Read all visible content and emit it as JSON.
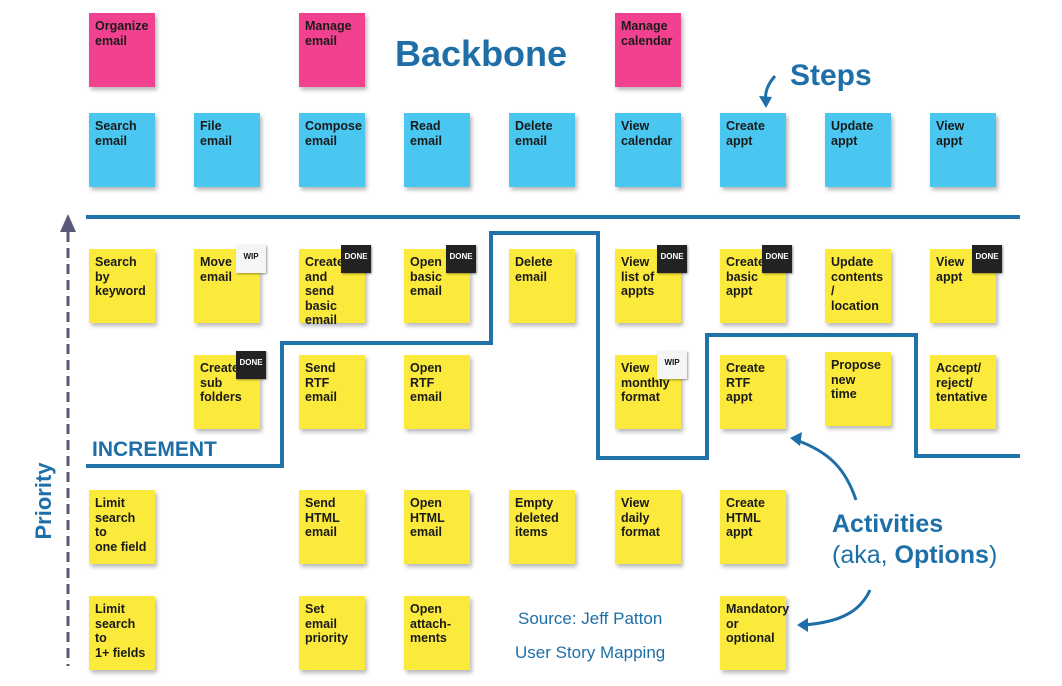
{
  "title": "Backbone",
  "steps_label": "Steps",
  "increment_label": "INCREMENT",
  "priority_label": "Priority",
  "activities_label": {
    "line1": "Activities",
    "open": "(aka, ",
    "options": "Options",
    "close": ")"
  },
  "source": {
    "line1": "Source: Jeff Patton",
    "line2": "User Story Mapping"
  },
  "colors": {
    "pink": "#f2428f",
    "blue": "#49c7f1",
    "yellow": "#fbea3b",
    "line": "#1f73a8"
  },
  "activities": [
    "Organize\nemail",
    "Manage\nemail",
    "Manage\ncalendar"
  ],
  "steps": [
    "Search\nemail",
    "File\nemail",
    "Compose\nemail",
    "Read\nemail",
    "Delete\nemail",
    "View\ncalendar",
    "Create\nappt",
    "Update\nappt",
    "View\nappt"
  ],
  "stories": [
    {
      "text": "Search\nby\nkeyword",
      "tag": ""
    },
    {
      "text": "Move\nemail",
      "tag": "WIP"
    },
    {
      "text": "Create\nand send\nbasic\nemail",
      "tag": "DONE"
    },
    {
      "text": "Open\nbasic\nemail",
      "tag": "DONE"
    },
    {
      "text": "Delete\nemail",
      "tag": ""
    },
    {
      "text": "View\nlist of\nappts",
      "tag": "DONE"
    },
    {
      "text": "Create\nbasic\nappt",
      "tag": "DONE"
    },
    {
      "text": "Update\ncontents\n/ location",
      "tag": ""
    },
    {
      "text": "View\nappt",
      "tag": "DONE"
    },
    {
      "text": "Create\nsub\nfolders",
      "tag": "DONE"
    },
    {
      "text": "Send\nRTF\nemail",
      "tag": ""
    },
    {
      "text": "Open\nRTF\nemail",
      "tag": ""
    },
    {
      "text": "View\nmonthly\nformat",
      "tag": "WIP"
    },
    {
      "text": "Create\nRTF\nappt",
      "tag": ""
    },
    {
      "text": "Propose\nnew\ntime",
      "tag": ""
    },
    {
      "text": "Accept/\nreject/\ntentative",
      "tag": ""
    },
    {
      "text": "Limit\nsearch to\none field",
      "tag": ""
    },
    {
      "text": "Send\nHTML\nemail",
      "tag": ""
    },
    {
      "text": "Open\nHTML\nemail",
      "tag": ""
    },
    {
      "text": "Empty\ndeleted\nitems",
      "tag": ""
    },
    {
      "text": "View\ndaily\nformat",
      "tag": ""
    },
    {
      "text": "Create\nHTML\nappt",
      "tag": ""
    },
    {
      "text": "Limit\nsearch to\n1+ fields",
      "tag": ""
    },
    {
      "text": "Set email\npriority",
      "tag": ""
    },
    {
      "text": "Open\nattach-\nments",
      "tag": ""
    },
    {
      "text": "Mandatory\nor optional",
      "tag": ""
    }
  ]
}
